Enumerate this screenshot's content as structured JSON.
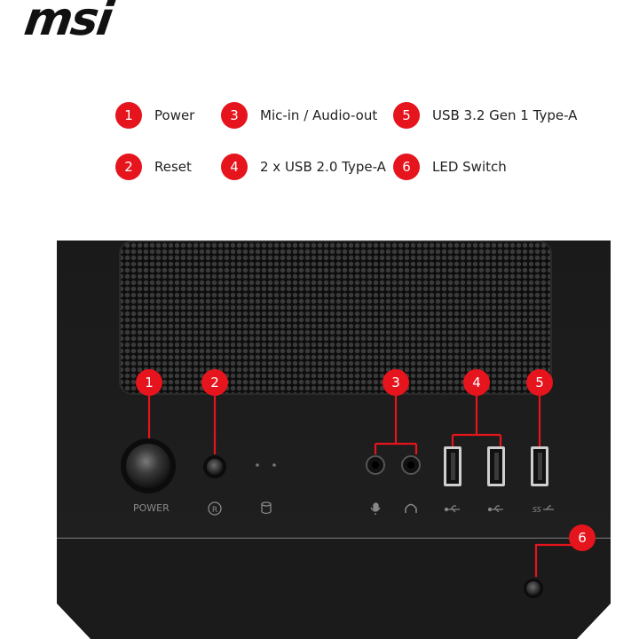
{
  "brand": {
    "logo_text": "msi"
  },
  "legend": [
    {
      "number": "1",
      "label": "Power"
    },
    {
      "number": "2",
      "label": "Reset"
    },
    {
      "number": "3",
      "label": "Mic-in / Audio-out"
    },
    {
      "number": "4",
      "label": "2 x USB 2.0 Type-A"
    },
    {
      "number": "5",
      "label": "USB 3.2 Gen 1 Type-A"
    },
    {
      "number": "6",
      "label": "LED Switch"
    }
  ],
  "panel": {
    "power_label": "POWER",
    "callouts": [
      "1",
      "2",
      "3",
      "4",
      "5",
      "6"
    ],
    "icons": [
      "reset-icon",
      "hdd-led-icon",
      "microphone-icon",
      "headphone-icon",
      "usb-icon",
      "usb-icon",
      "usb-ss-icon"
    ]
  },
  "colors": {
    "accent": "#e5141d",
    "case": "#1c1c1c",
    "mesh": "#111111"
  }
}
